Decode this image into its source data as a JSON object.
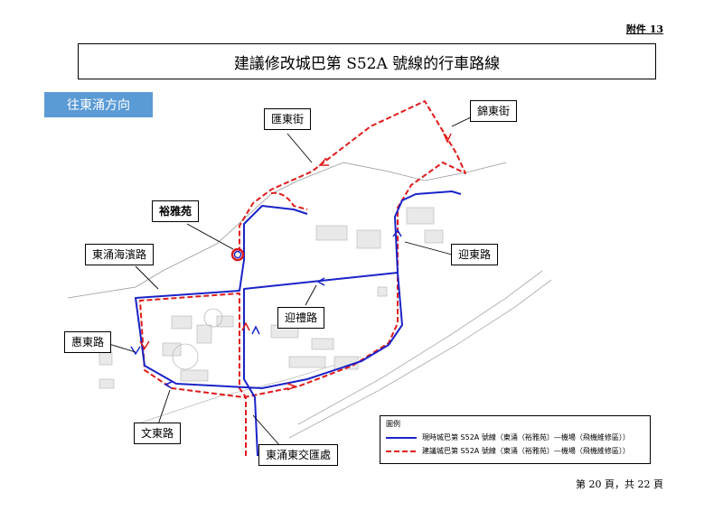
{
  "annex_label": "附件 13",
  "title": "建議修改城巴第 S52A 號線的行車路線",
  "direction": "往東涌方向",
  "streets": {
    "wui_tung": "匯東街",
    "kam_tung": "錦東街",
    "yu_nga": "裕雅苑",
    "tung_chung_waterfront": "東涌海濱路",
    "ying_tung": "迎東路",
    "ying_wong": "迎禮路",
    "wai_tung": "惠東路",
    "man_tung": "文東路",
    "tung_chung_east_interchange": "東涌東交匯處"
  },
  "legend": {
    "title": "圖例",
    "existing": "現時城巴第 S52A 號線（東涌（裕雅苑）—機場（飛機維修區））",
    "proposed": "建議城巴第 S52A 號線（東涌（裕雅苑）—機場（飛機維修區））"
  },
  "colors": {
    "existing_route": "#1a23c8",
    "proposed_route": "#e01b1b",
    "direction_tag": "#5b9bd5"
  },
  "page_number": "第 20 頁，共 22 頁"
}
